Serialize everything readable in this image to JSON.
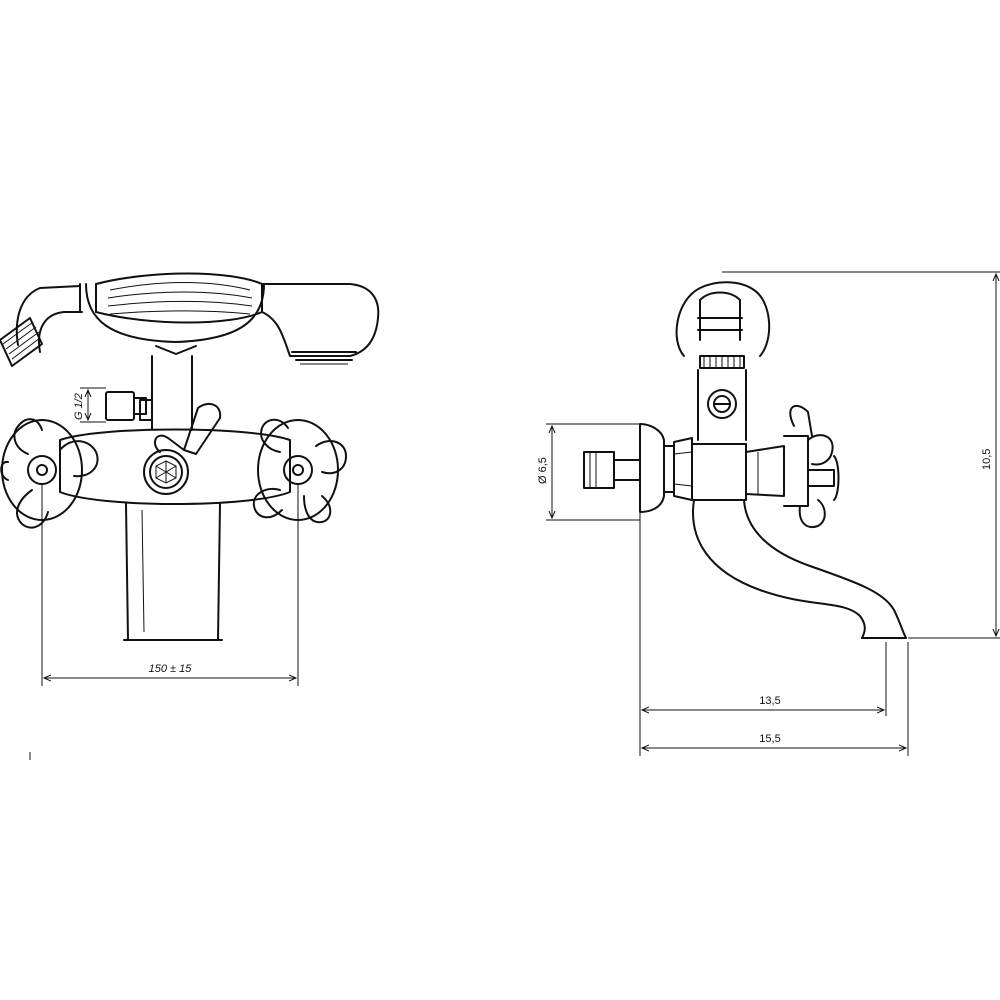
{
  "dimensions": {
    "thread_label": "G 1/2",
    "center_distance_label": "150 ± 15",
    "inlet_diameter_label": "Ø 6,5",
    "spout_reach_label": "13,5",
    "overall_depth_label": "15,5",
    "height_label_partial": "10,5"
  },
  "colors": {
    "line": "#111111",
    "background": "#ffffff"
  }
}
